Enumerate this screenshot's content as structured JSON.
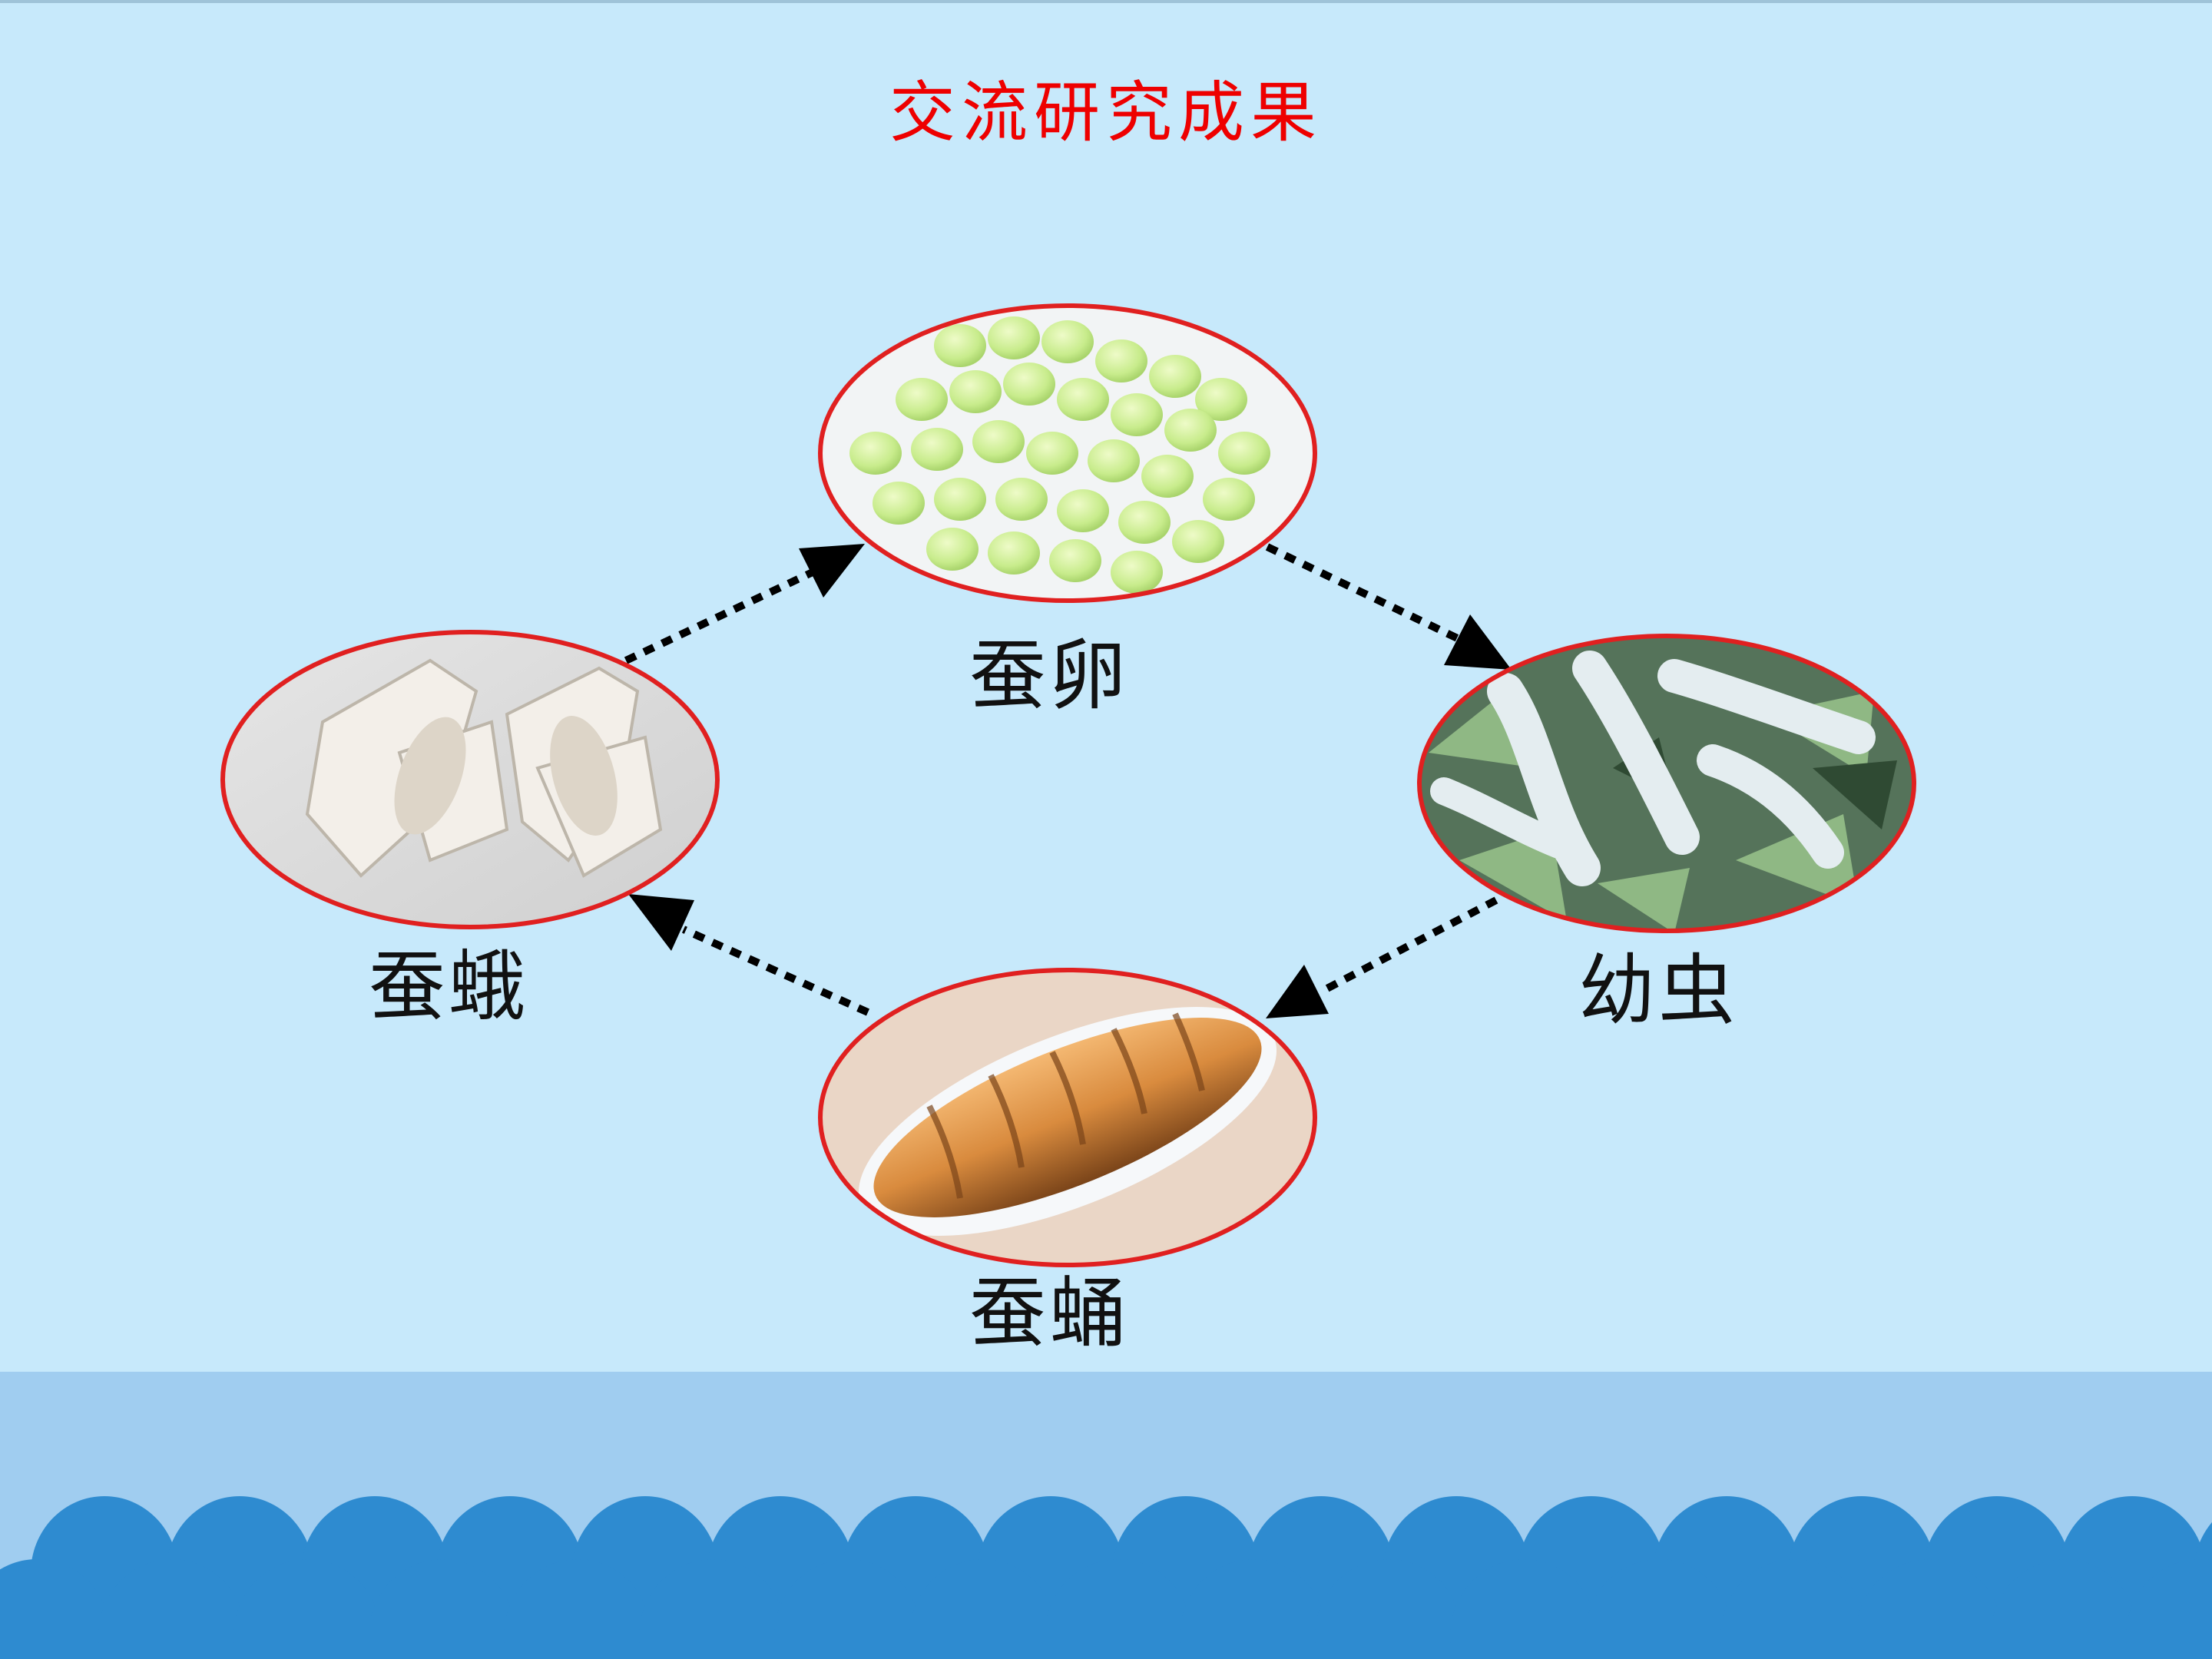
{
  "slide": {
    "title": "交流研究成果"
  },
  "cycle": {
    "stages": [
      {
        "id": "egg",
        "label": "蚕卵",
        "image": "silkworm-eggs"
      },
      {
        "id": "larva",
        "label": "幼虫",
        "image": "silkworm-larvae-on-mulberry-leaves"
      },
      {
        "id": "pupa",
        "label": "蚕蛹",
        "image": "silkworm-pupa"
      },
      {
        "id": "moth",
        "label": "蚕蛾",
        "image": "silk-moths"
      }
    ],
    "arrows": [
      {
        "from": "egg",
        "to": "larva"
      },
      {
        "from": "larva",
        "to": "pupa"
      },
      {
        "from": "pupa",
        "to": "moth"
      },
      {
        "from": "moth",
        "to": "egg"
      }
    ],
    "colors": {
      "ellipse_border": "#e02020",
      "arrow": "#000000",
      "title": "#ee0000",
      "background": "#c7e9fb",
      "waves": "#2e8bd0"
    }
  }
}
